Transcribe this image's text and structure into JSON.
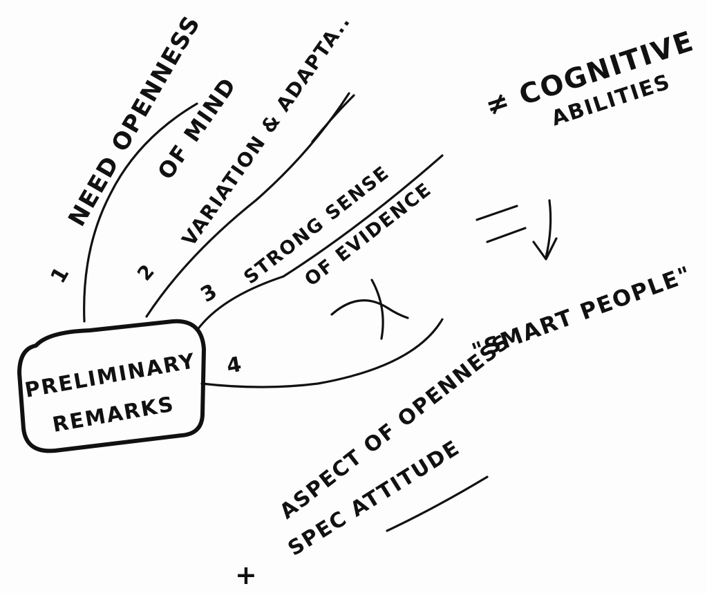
{
  "central_node": {
    "line1": "PRELIMINARY",
    "line2": "REMARKS"
  },
  "branches": [
    {
      "number": "1",
      "line1": "NEED OPENNESS",
      "line2": "OF MIND"
    },
    {
      "number": "2",
      "line1": "VARIATION & ADAPTA.."
    },
    {
      "number": "3",
      "line1": "STRONG SENSE",
      "line2": "OF EVIDENCE"
    },
    {
      "number": "4"
    }
  ],
  "side_notes": {
    "cognitive": {
      "line1": "≠ COGNITIVE",
      "line2": "ABILITIES"
    },
    "smart_people": "\"SMART PEOPLE\"",
    "aspect": {
      "line1": "ASPECT OF OPENNESS",
      "line2": "SPEC ATTITUDE",
      "plus": "+"
    }
  },
  "colors": {
    "ink": "#111111",
    "paper": "#fdfdfd"
  }
}
